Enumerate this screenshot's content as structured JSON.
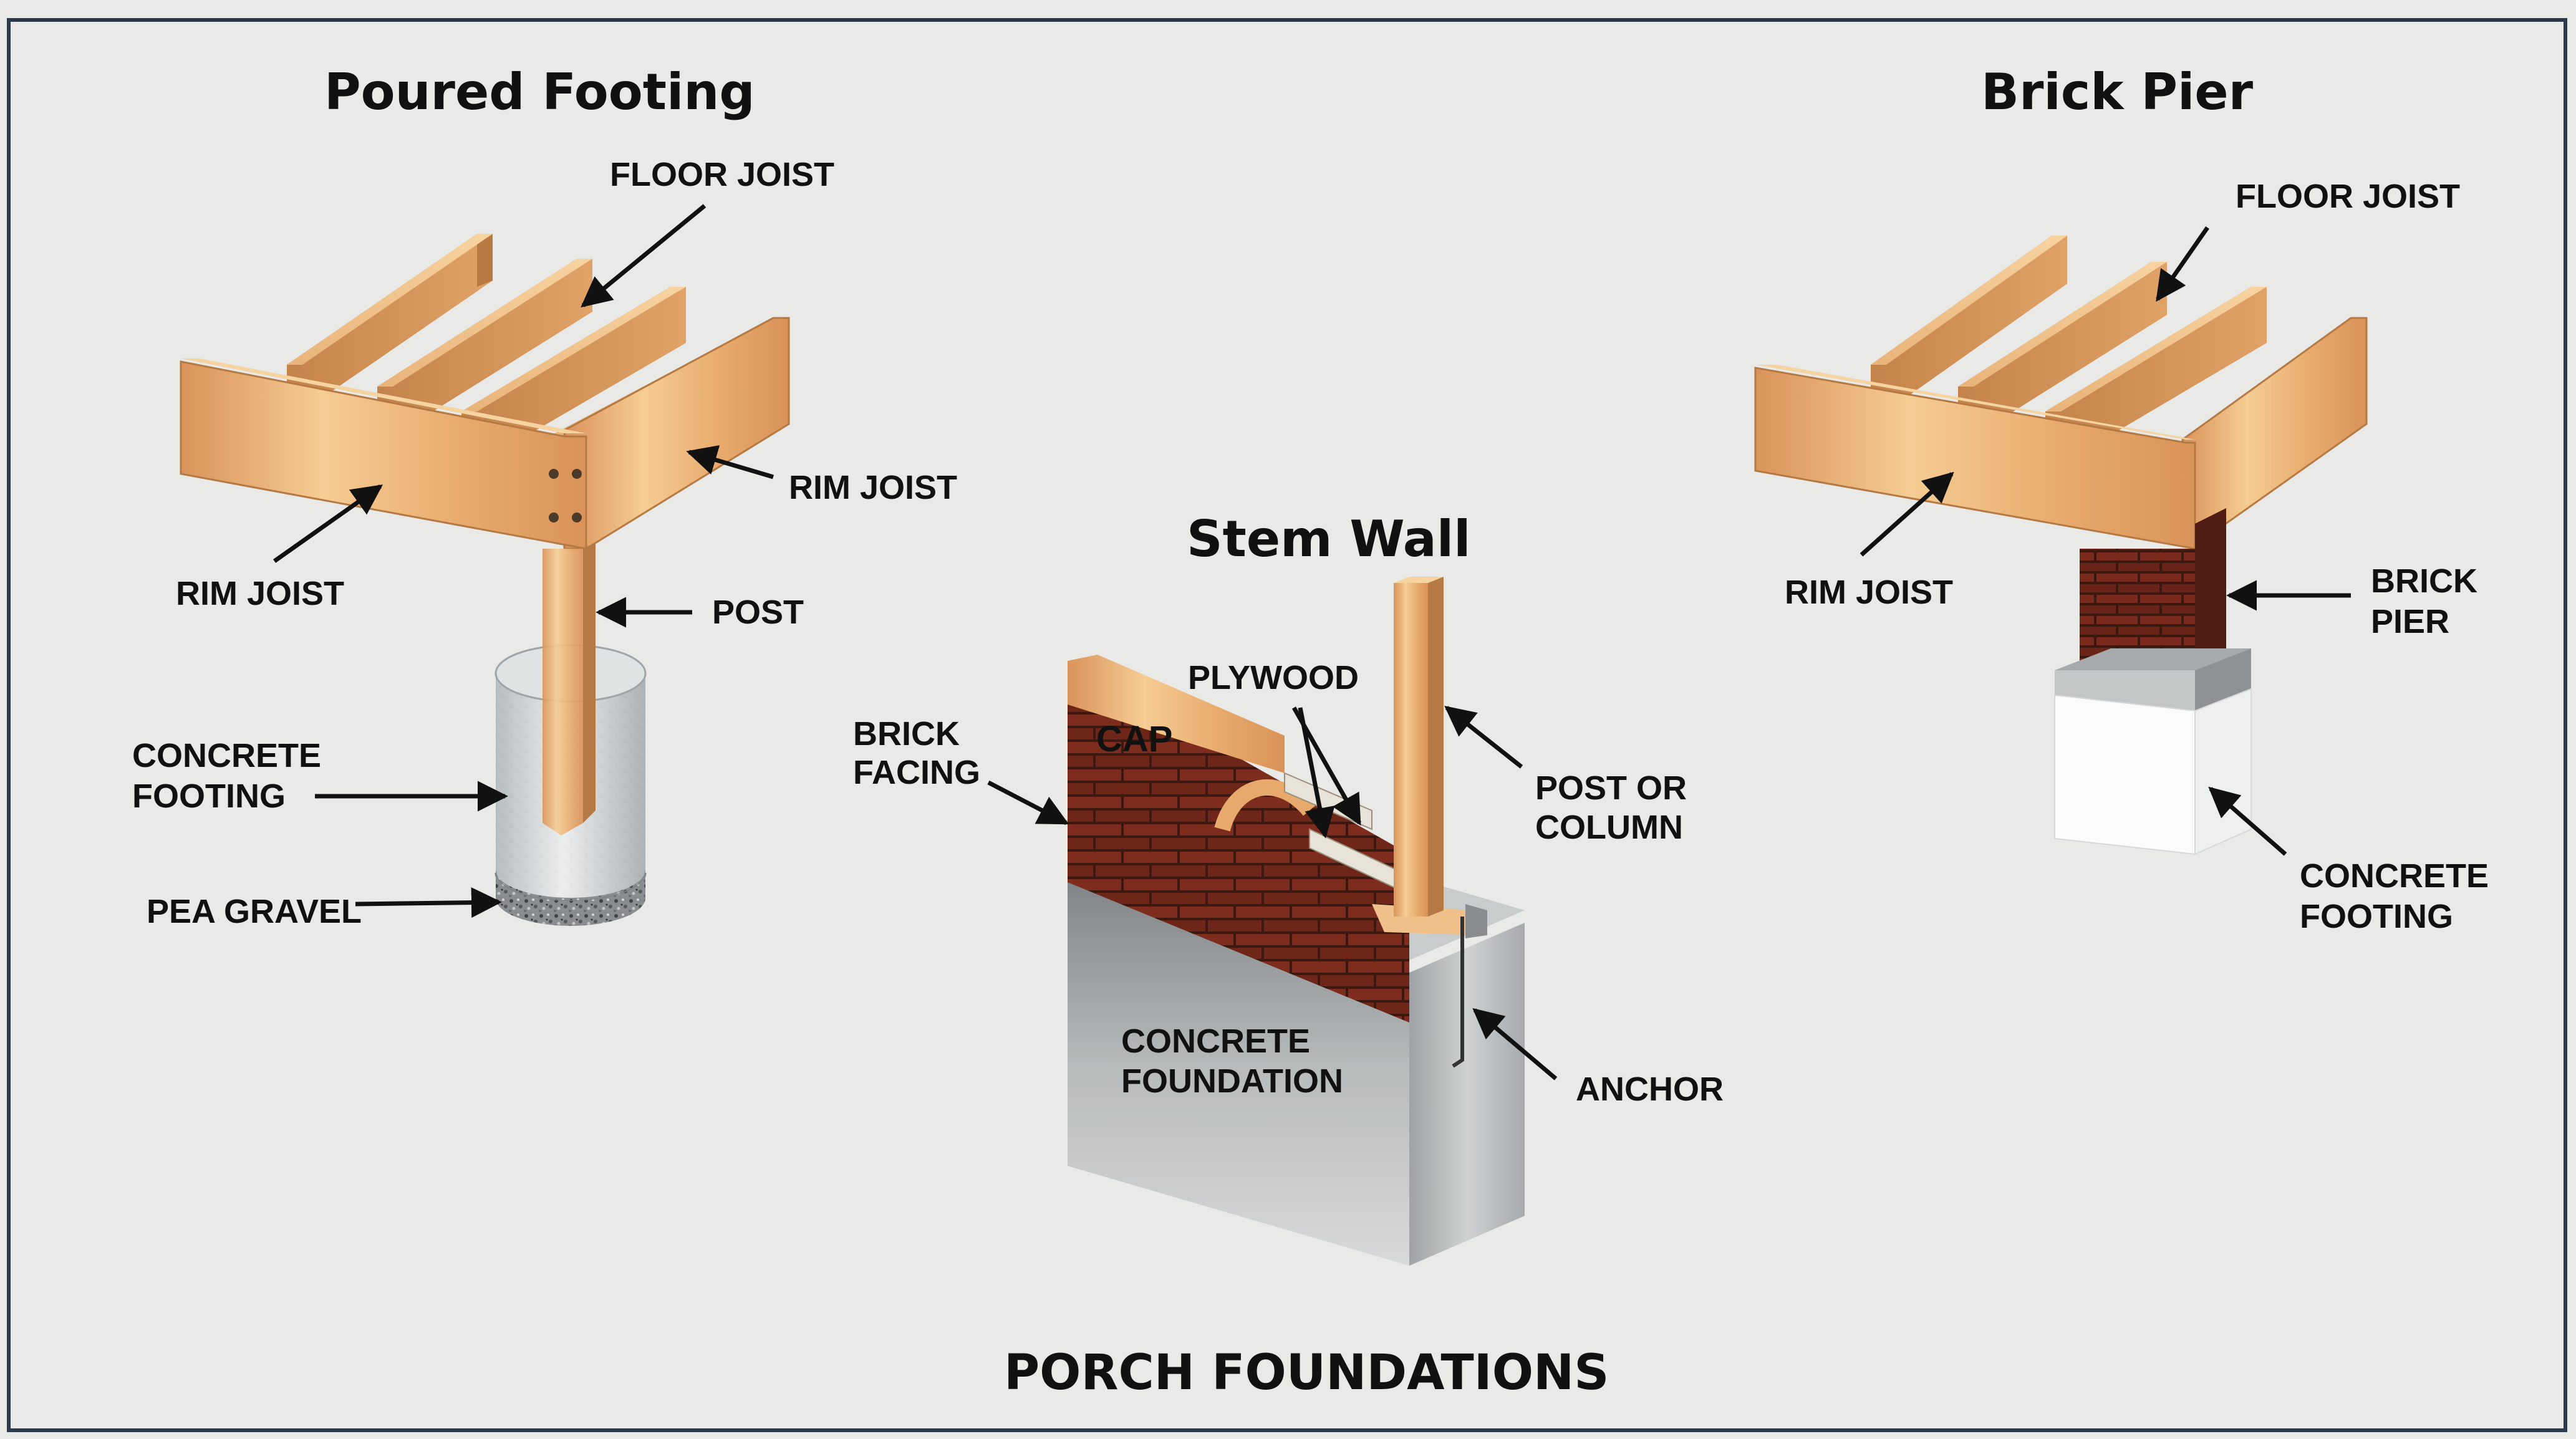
{
  "caption": "PORCH FOUNDATIONS",
  "panels": {
    "poured_footing": {
      "title": "Poured Footing",
      "labels": {
        "floor_joist": "FLOOR JOIST",
        "rim_joist_right": "RIM JOIST",
        "rim_joist_left": "RIM JOIST",
        "post": "POST",
        "concrete_footing_1": "CONCRETE",
        "concrete_footing_2": "FOOTING",
        "pea_gravel": "PEA GRAVEL"
      }
    },
    "stem_wall": {
      "title": "Stem Wall",
      "labels": {
        "plywood": "PLYWOOD",
        "brick_facing_1": "BRICK",
        "brick_facing_2": "FACING",
        "cap": "CAP",
        "post_or_column_1": "POST OR",
        "post_or_column_2": "COLUMN",
        "concrete_foundation_1": "CONCRETE",
        "concrete_foundation_2": "FOUNDATION",
        "anchor": "ANCHOR"
      }
    },
    "brick_pier": {
      "title": "Brick Pier",
      "labels": {
        "floor_joist": "FLOOR JOIST",
        "rim_joist": "RIM JOIST",
        "brick_pier_1": "BRICK",
        "brick_pier_2": "PIER",
        "concrete_footing_1": "CONCRETE",
        "concrete_footing_2": "FOOTING"
      }
    }
  },
  "colors": {
    "background": "#e9e9e7",
    "border": "#2a3a4a",
    "wood_light": "#f0c48a",
    "wood_mid": "#e6a86a",
    "wood_dark": "#c9864a",
    "brick": "#7a2a1c",
    "mortar": "#3a1a12",
    "concrete_light": "#d8dadb",
    "concrete_dark": "#8e9294",
    "ink": "#111111"
  }
}
